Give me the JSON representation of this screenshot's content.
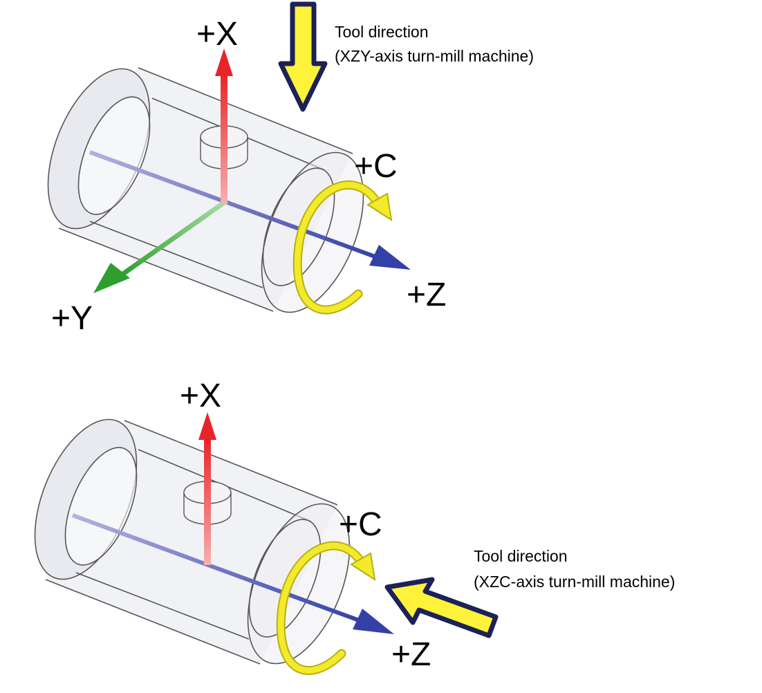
{
  "diagrams": [
    {
      "axis_labels": {
        "x": "+X",
        "y": "+Y",
        "z": "+Z",
        "c": "+C"
      },
      "tool_label": {
        "line1": "Tool direction",
        "line2": "(XZY-axis turn-mill machine)"
      }
    },
    {
      "axis_labels": {
        "x": "+X",
        "z": "+Z",
        "c": "+C"
      },
      "tool_label": {
        "line1": "Tool direction",
        "line2": "(XZC-axis turn-mill machine)"
      }
    }
  ],
  "colors": {
    "x_axis": "#e8242a",
    "y_axis": "#2f9e2f",
    "z_axis": "#3340a8",
    "c_rotation": "#f2ea2a",
    "tool_arrow_fill": "#fff23a",
    "tool_arrow_outline": "#1c2257",
    "cylinder_edge": "#555555"
  },
  "icons": {
    "tool_arrow": "tool-direction-arrow-icon",
    "rotation": "c-rotation-arrow-icon"
  }
}
